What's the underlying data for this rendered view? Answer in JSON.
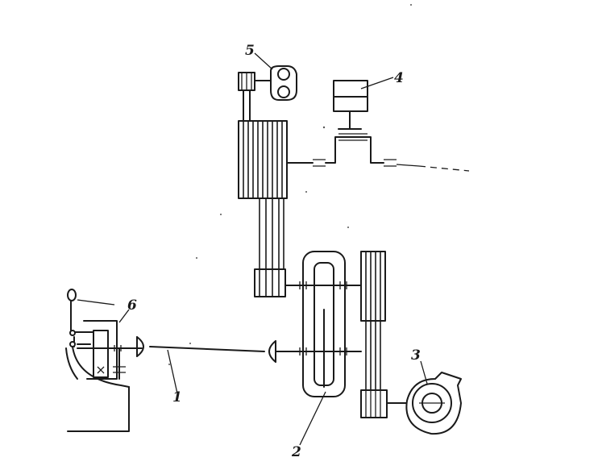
{
  "labels": {
    "shaft": "1",
    "gearbox": "2",
    "fan": "3",
    "cylinder": "4",
    "pump": "5",
    "clutch": "6"
  }
}
